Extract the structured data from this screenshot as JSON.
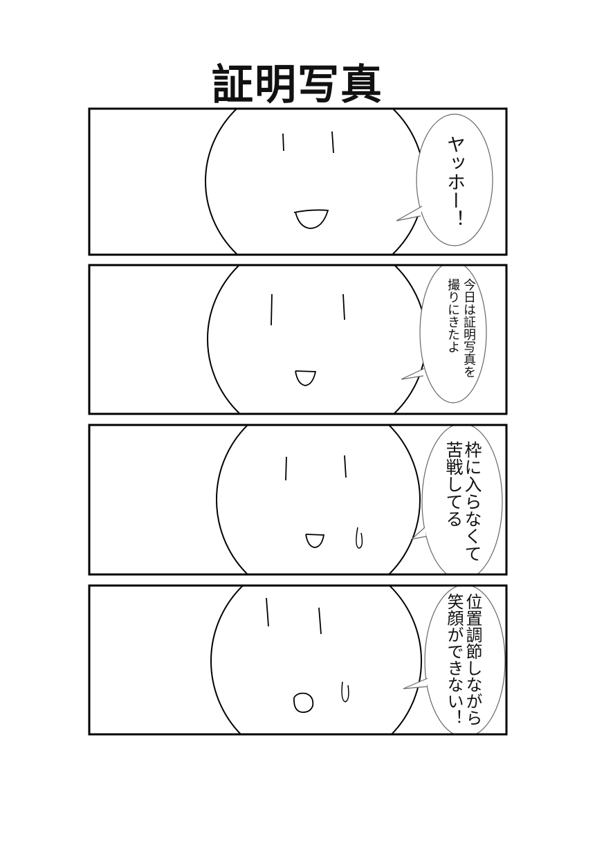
{
  "title": "証明写真",
  "panels": [
    {
      "lines": [
        "ヤッホー！"
      ]
    },
    {
      "lines": [
        "今日は証明写真を",
        "撮りにきたよ"
      ]
    },
    {
      "lines": [
        "枠に入らなくて",
        "苦戦してる"
      ]
    },
    {
      "lines": [
        "位置調節しながら",
        "笑顔ができない！"
      ]
    }
  ]
}
